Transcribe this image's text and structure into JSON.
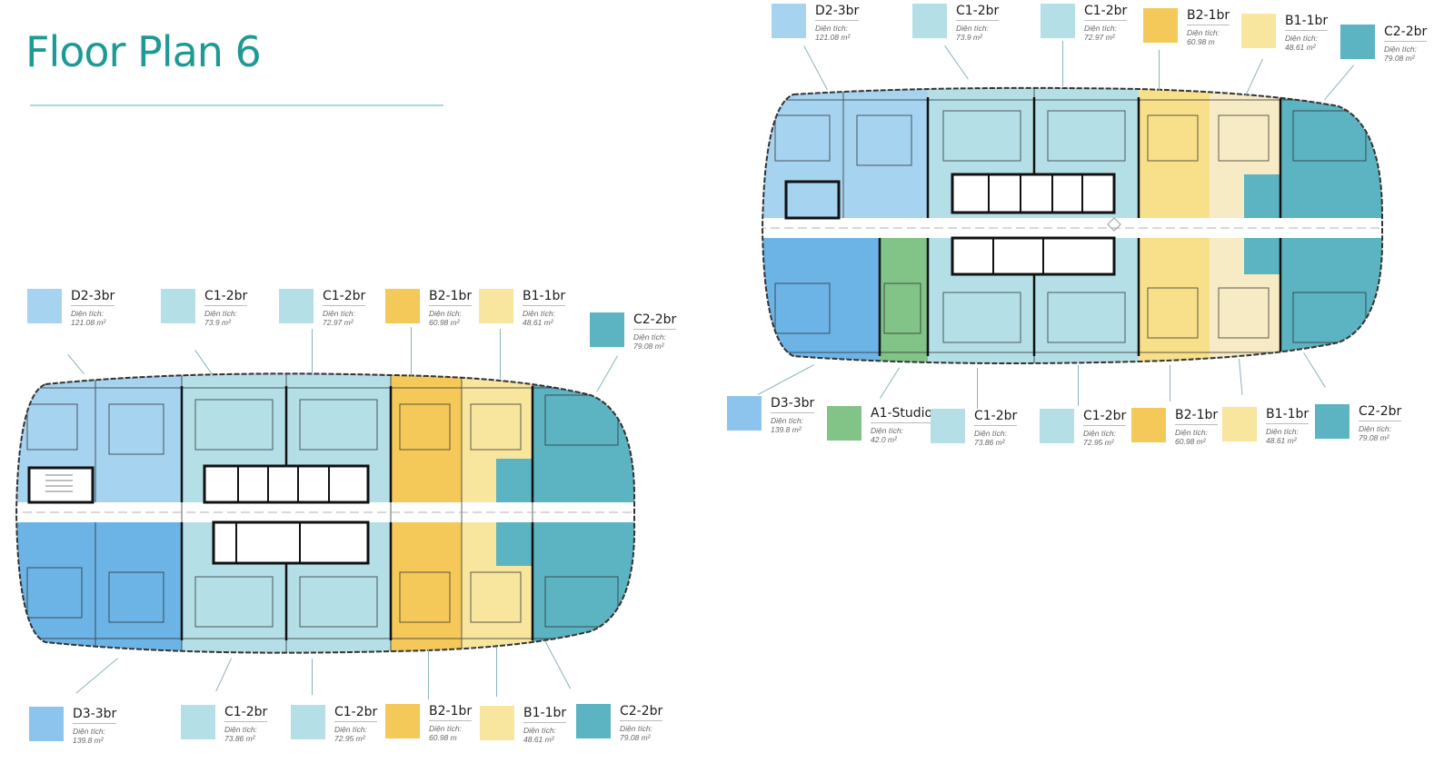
{
  "header": {
    "title": "Floor Plan 6"
  },
  "colors": {
    "title": "#1e9a94",
    "D2": "#a6d3f0",
    "D3": "#6cb4e6",
    "C1": "#b4dfe6",
    "B2": "#f4c95a",
    "B1": "#f8e59e",
    "C2": "#5cb4c2",
    "A1": "#82c487",
    "corridor": "#ffffff",
    "core": "#ffffff"
  },
  "plan_left": {
    "top_legend": [
      {
        "name": "D2-3br",
        "label": "Diện tích:",
        "area": "121.08 m²",
        "color": "#a6d3f0"
      },
      {
        "name": "C1-2br",
        "label": "Diện tích:",
        "area": "73.9 m²",
        "color": "#b4dfe6"
      },
      {
        "name": "C1-2br",
        "label": "Diện tích:",
        "area": "72.97 m²",
        "color": "#b4dfe6"
      },
      {
        "name": "B2-1br",
        "label": "Diện tích:",
        "area": "60.98 m²",
        "color": "#f4c95a"
      },
      {
        "name": "B1-1br",
        "label": "Diện tích:",
        "area": "48.61 m²",
        "color": "#f8e59e"
      },
      {
        "name": "C2-2br",
        "label": "Diện tích:",
        "area": "79.08 m²",
        "color": "#5cb4c2"
      }
    ],
    "bottom_legend": [
      {
        "name": "D3-3br",
        "label": "Diện tích:",
        "area": "139.8 m²",
        "color": "#8cc4ee"
      },
      {
        "name": "C1-2br",
        "label": "Diện tích:",
        "area": "73.86 m²",
        "color": "#b4dfe6"
      },
      {
        "name": "C1-2br",
        "label": "Diện tích:",
        "area": "72.95 m²",
        "color": "#b4dfe6"
      },
      {
        "name": "B2-1br",
        "label": "Diện tích:",
        "area": "60.98 m",
        "color": "#f4c95a"
      },
      {
        "name": "B1-1br",
        "label": "Diện tích:",
        "area": "48.61 m²",
        "color": "#f8e59e"
      },
      {
        "name": "C2-2br",
        "label": "Diện tích:",
        "area": "79.08 m²",
        "color": "#5cb4c2"
      }
    ]
  },
  "plan_right": {
    "top_legend": [
      {
        "name": "D2-3br",
        "label": "Diện tích:",
        "area": "121.08 m²",
        "color": "#a6d3f0"
      },
      {
        "name": "C1-2br",
        "label": "Diện tích:",
        "area": "73.9 m²",
        "color": "#b4dfe6"
      },
      {
        "name": "C1-2br",
        "label": "Diện tích:",
        "area": "72.97 m²",
        "color": "#b4dfe6"
      },
      {
        "name": "B2-1br",
        "label": "Diện tích:",
        "area": "60.98 m",
        "color": "#f4c95a"
      },
      {
        "name": "B1-1br",
        "label": "Diện tích:",
        "area": "48.61 m²",
        "color": "#f8e59e"
      },
      {
        "name": "C2-2br",
        "label": "Diện tích:",
        "area": "79.08 m²",
        "color": "#5cb4c2"
      }
    ],
    "bottom_legend": [
      {
        "name": "D3-3br",
        "label": "Diện tích:",
        "area": "139.8 m²",
        "color": "#8cc4ee"
      },
      {
        "name": "A1-Studio",
        "label": "Diện tích:",
        "area": "42.0 m²",
        "color": "#82c487"
      },
      {
        "name": "C1-2br",
        "label": "Diện tích:",
        "area": "73.86 m²",
        "color": "#b4dfe6"
      },
      {
        "name": "C1-2br",
        "label": "Diện tích:",
        "area": "72.95 m²",
        "color": "#b4dfe6"
      },
      {
        "name": "B2-1br",
        "label": "Diện tích:",
        "area": "60.98 m²",
        "color": "#f4c95a"
      },
      {
        "name": "B1-1br",
        "label": "Diện tích:",
        "area": "48.61 m²",
        "color": "#f8e59e"
      },
      {
        "name": "C2-2br",
        "label": "Diện tích:",
        "area": "79.08 m²",
        "color": "#5cb4c2"
      }
    ]
  }
}
